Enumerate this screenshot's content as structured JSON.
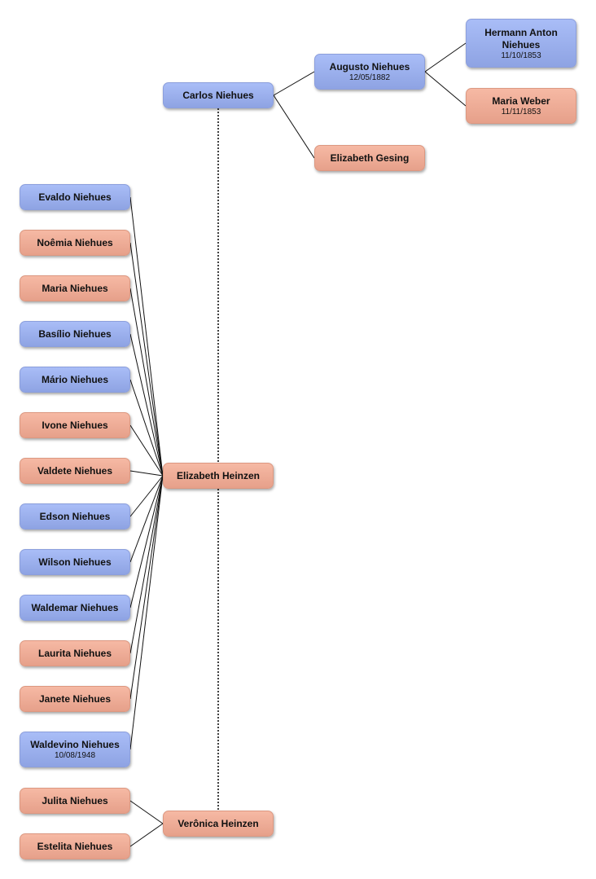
{
  "colors": {
    "male": "#9db1ef",
    "female": "#f0ad96",
    "line": "#111111"
  },
  "people": {
    "carlos": {
      "name": "Carlos Niehues",
      "date": "",
      "gender": "male"
    },
    "augusto": {
      "name": "Augusto Niehues",
      "date": "12/05/1882",
      "gender": "male"
    },
    "hermann": {
      "name": "Hermann Anton Niehues",
      "date": "11/10/1853",
      "gender": "male"
    },
    "maria_w": {
      "name": "Maria Weber",
      "date": "11/11/1853",
      "gender": "female"
    },
    "eliz_g": {
      "name": "Elizabeth Gesing",
      "date": "",
      "gender": "female"
    },
    "eliz_h": {
      "name": "Elizabeth Heinzen",
      "date": "",
      "gender": "female"
    },
    "veronica": {
      "name": "Verônica Heinzen",
      "date": "",
      "gender": "female"
    },
    "evaldo": {
      "name": "Evaldo Niehues",
      "date": "",
      "gender": "male"
    },
    "noemia": {
      "name": "Noêmia Niehues",
      "date": "",
      "gender": "female"
    },
    "maria_n": {
      "name": "Maria Niehues",
      "date": "",
      "gender": "female"
    },
    "basilio": {
      "name": "Basílio Niehues",
      "date": "",
      "gender": "male"
    },
    "mario": {
      "name": "Mário Niehues",
      "date": "",
      "gender": "male"
    },
    "ivone": {
      "name": "Ivone Niehues",
      "date": "",
      "gender": "female"
    },
    "valdete": {
      "name": "Valdete Niehues",
      "date": "",
      "gender": "female"
    },
    "edson": {
      "name": "Edson Niehues",
      "date": "",
      "gender": "male"
    },
    "wilson": {
      "name": "Wilson Niehues",
      "date": "",
      "gender": "male"
    },
    "waldemar": {
      "name": "Waldemar Niehues",
      "date": "",
      "gender": "male"
    },
    "laurita": {
      "name": "Laurita Niehues",
      "date": "",
      "gender": "female"
    },
    "janete": {
      "name": "Janete Niehues",
      "date": "",
      "gender": "female"
    },
    "waldevino": {
      "name": "Waldevino Niehues",
      "date": "10/08/1948",
      "gender": "male"
    },
    "julita": {
      "name": "Julita Niehues",
      "date": "",
      "gender": "female"
    },
    "estelita": {
      "name": "Estelita Niehues",
      "date": "",
      "gender": "female"
    }
  },
  "parent_links": [
    {
      "child": "carlos",
      "parents": [
        "augusto",
        "eliz_g"
      ]
    },
    {
      "child": "augusto",
      "parents": [
        "hermann",
        "maria_w"
      ]
    }
  ],
  "spouse_links": [
    {
      "a": "carlos",
      "b": "eliz_h"
    },
    {
      "a": "eliz_h",
      "b": "veronica"
    }
  ],
  "child_links": [
    {
      "parent": "eliz_h",
      "children": [
        "evaldo",
        "noemia",
        "maria_n",
        "basilio",
        "mario",
        "ivone",
        "valdete",
        "edson",
        "wilson",
        "waldemar",
        "laurita",
        "janete",
        "waldevino"
      ]
    },
    {
      "parent": "veronica",
      "children": [
        "julita",
        "estelita"
      ]
    }
  ]
}
